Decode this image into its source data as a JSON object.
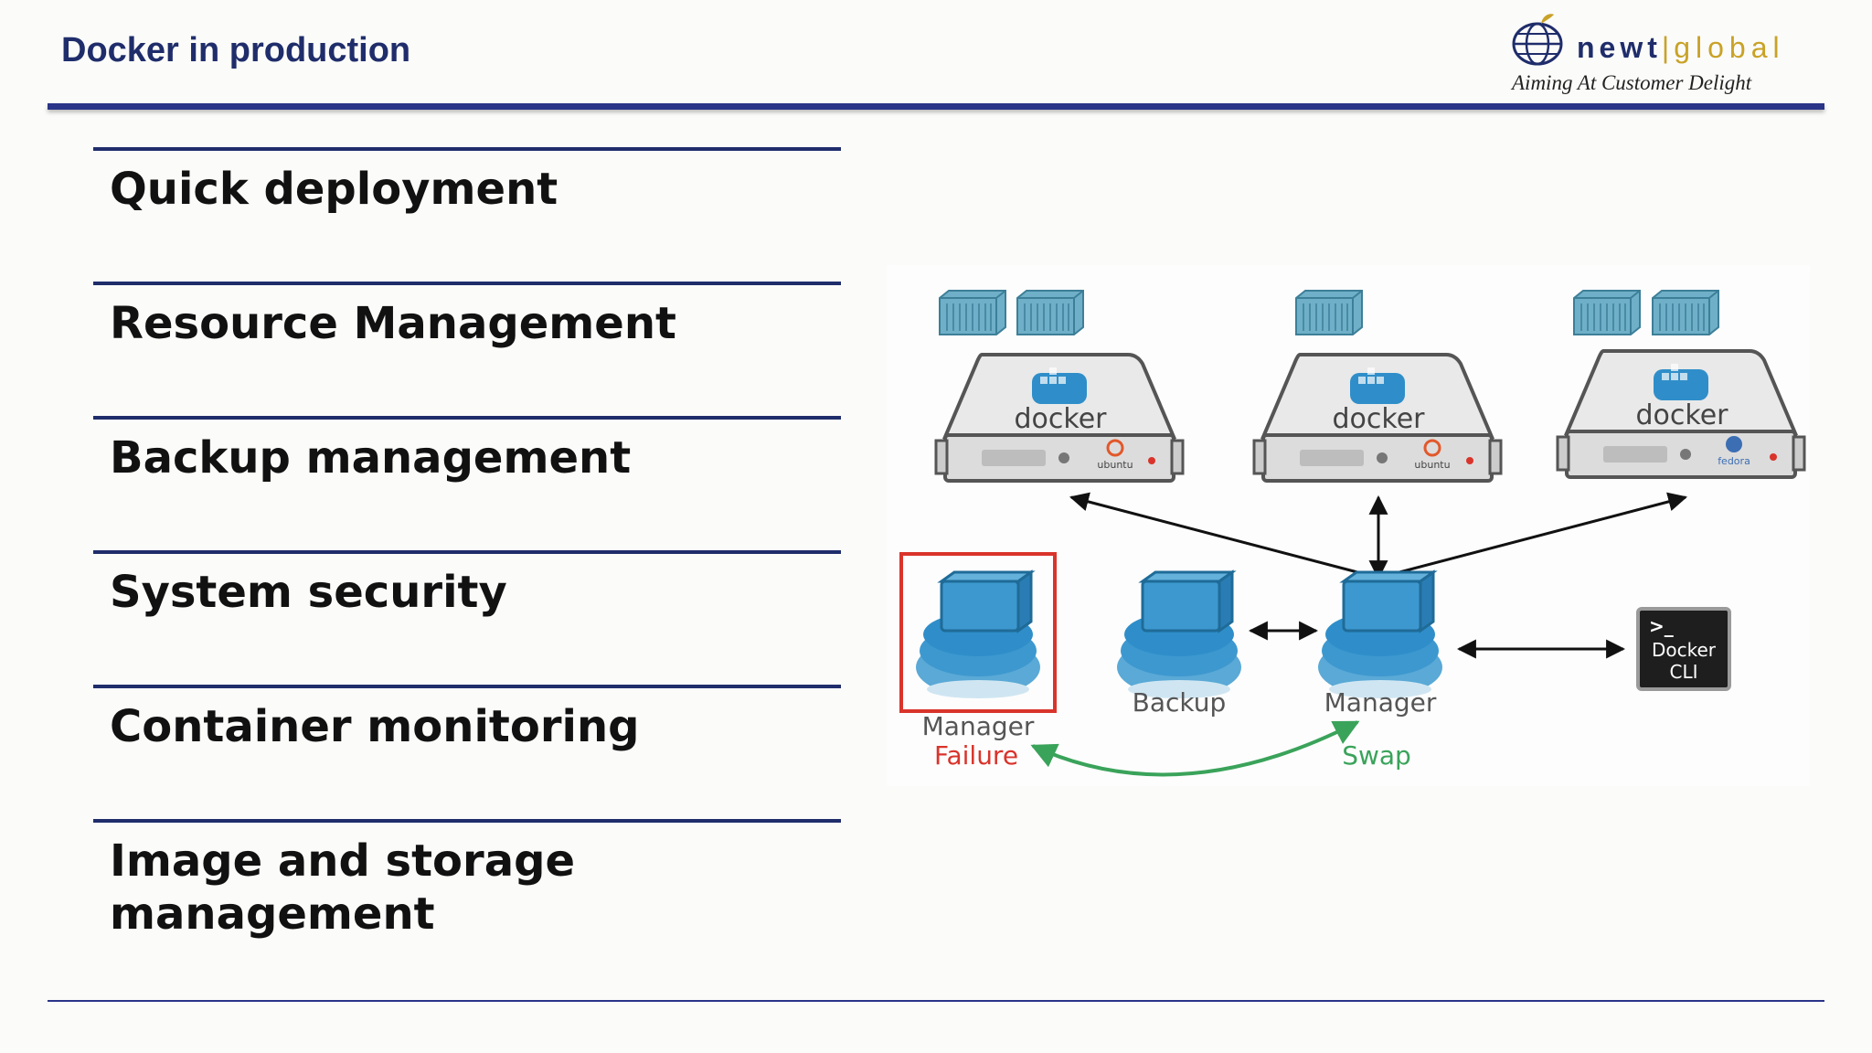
{
  "header": {
    "title": "Docker in production"
  },
  "logo": {
    "name_left": "newt",
    "separator": "|",
    "name_right": "global",
    "tagline": "Aiming At Customer Delight"
  },
  "features": [
    {
      "label": "Quick deployment"
    },
    {
      "label": "Resource Management"
    },
    {
      "label": "Backup management"
    },
    {
      "label": "System security"
    },
    {
      "label": "Container monitoring"
    },
    {
      "label": "Image and storage management"
    }
  ],
  "diagram": {
    "hosts": [
      {
        "label": "docker",
        "os": "ubuntu"
      },
      {
        "label": "docker",
        "os": "ubuntu"
      },
      {
        "label": "docker",
        "os": "fedora"
      }
    ],
    "nodes": [
      {
        "label": "Manager",
        "status": "Failure"
      },
      {
        "label": "Backup"
      },
      {
        "label": "Manager",
        "status": "Swap"
      }
    ],
    "cli": {
      "line1": "Docker",
      "line2": "CLI",
      "prompt": ">_"
    },
    "colors": {
      "failure": "#d9342b",
      "swap": "#3aa35a",
      "whale": "#2f8ec9",
      "container": "#6fb0c8"
    }
  }
}
